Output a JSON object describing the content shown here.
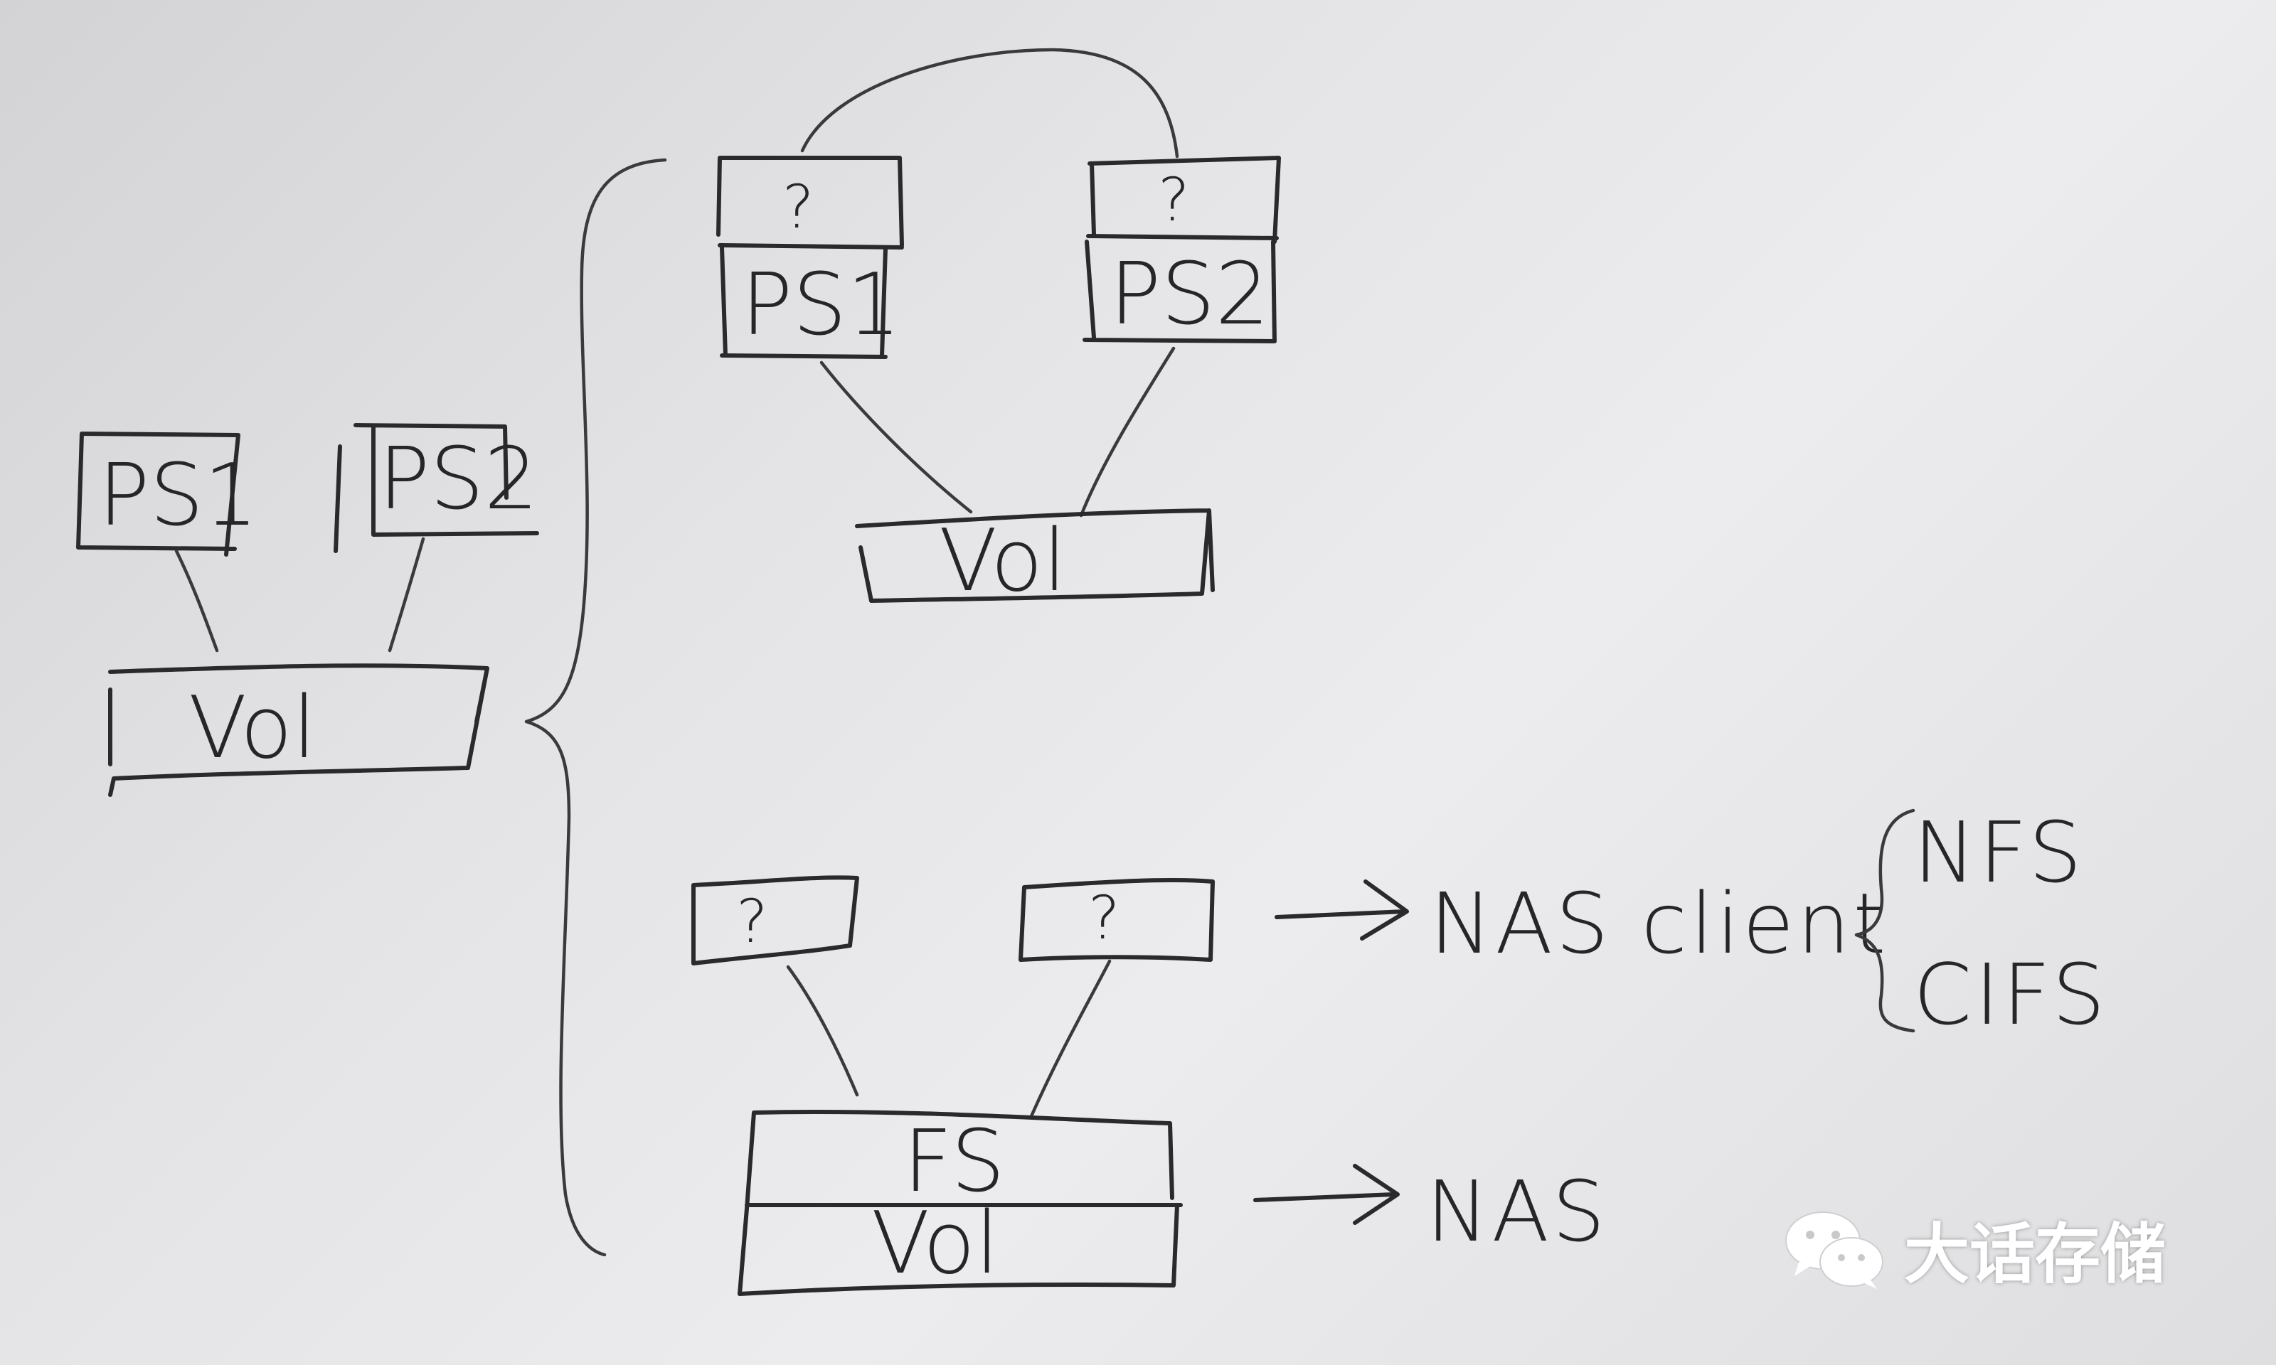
{
  "left_stack": {
    "ps1": "PS1",
    "ps2": "PS2",
    "vol": "Vol"
  },
  "top_stack": {
    "q1": "?",
    "q2": "?",
    "ps1": "PS1",
    "ps2": "PS2",
    "vol": "Vol"
  },
  "bottom_stack": {
    "q1": "?",
    "q2": "?",
    "fs": "FS",
    "vol": "Vol"
  },
  "notes": {
    "nas_client": "NAS client",
    "nfs": "NFS",
    "cifs": "CIFS",
    "nas": "NAS"
  },
  "watermark": {
    "text": "大话存储",
    "icon": "wechat-icon"
  },
  "colors": {
    "ink": "#2a2a2c",
    "paper": "#e4e4e6"
  }
}
